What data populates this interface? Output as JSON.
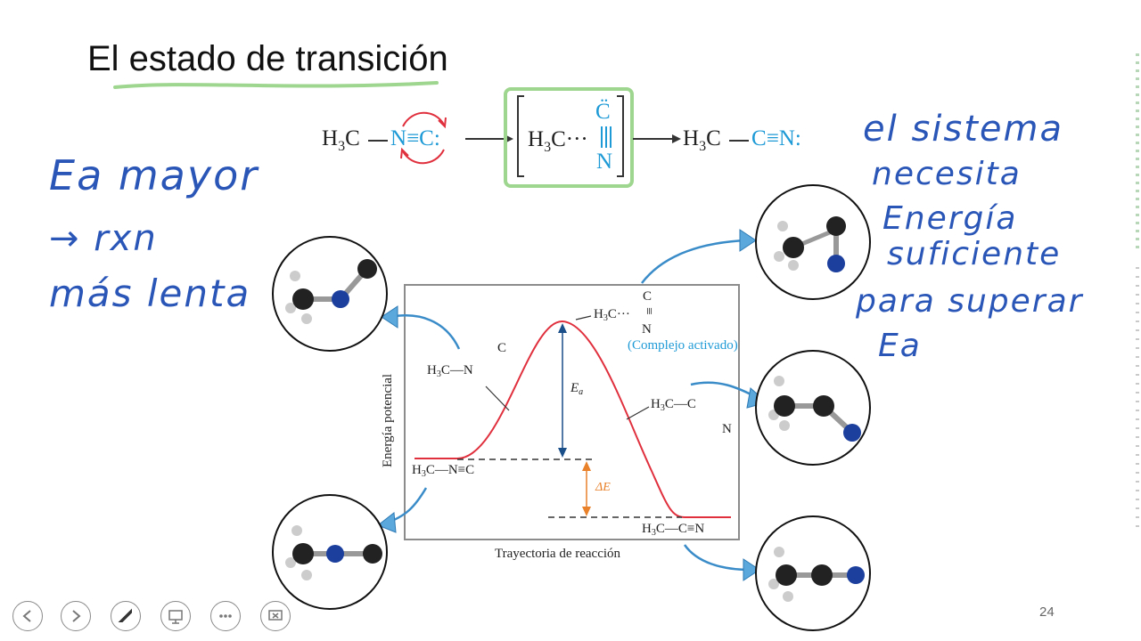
{
  "slide": {
    "title": "El estado de transición",
    "page_number": "24"
  },
  "reaction": {
    "reactant_h3c": "H",
    "reactant_sub": "3",
    "reactant_c": "C",
    "reactant_bond_n": "N",
    "reactant_triple": "≡",
    "reactant_c_lp": "C:",
    "transition_h3c": "H",
    "transition_sub": "3",
    "transition_c": "C",
    "transition_dots": "···",
    "transition_top": "C̈",
    "transition_bottom": "N",
    "product_h3c": "H",
    "product_sub": "3",
    "product_c": "C",
    "product_c2": "C",
    "product_triple": "≡",
    "product_n": "N:"
  },
  "notes": {
    "left_line1": "Ea mayor",
    "left_line2": "→ rxn",
    "left_line3": "más lenta",
    "right_line1": "el sistema",
    "right_line2": "necesita",
    "right_line3": "Energía",
    "right_line4": "suficiente",
    "right_line5": "para superar",
    "right_line6": "Ea"
  },
  "diagram": {
    "ylabel": "Energía potencial",
    "xlabel": "Trayectoria de reacción",
    "ts_label_a": "H",
    "ts_label_sub": "3",
    "ts_label_b": "C···",
    "ts_c": "C",
    "ts_triple": "≡",
    "ts_n": "N",
    "activated_complex": "(Complejo activado)",
    "ea_label": "E",
    "ea_sub": "a",
    "de_label": "ΔE",
    "left_mol_a": "H",
    "left_mol_sub": "3",
    "left_mol_b": "C—N",
    "left_mol_c": "C",
    "left_base_a": "H",
    "left_base_sub": "3",
    "left_base_b": "C—N≡C",
    "right_mol_a": "H",
    "right_mol_sub": "3",
    "right_mol_b": "C—C",
    "right_mol_n": "N",
    "right_base_a": "H",
    "right_base_sub": "3",
    "right_base_b": "C—C≡N"
  },
  "colors": {
    "curve": "#e0303e",
    "ea_arrow": "#1a4f8a",
    "de_arrow": "#e8812a",
    "accent_blue": "#1e9ad6",
    "ink": "#2a56b8",
    "highlight": "#9fd68f"
  },
  "controls": [
    "previous-icon",
    "next-icon",
    "pen-icon",
    "pointer-icon",
    "more-icon",
    "screen-icon"
  ]
}
